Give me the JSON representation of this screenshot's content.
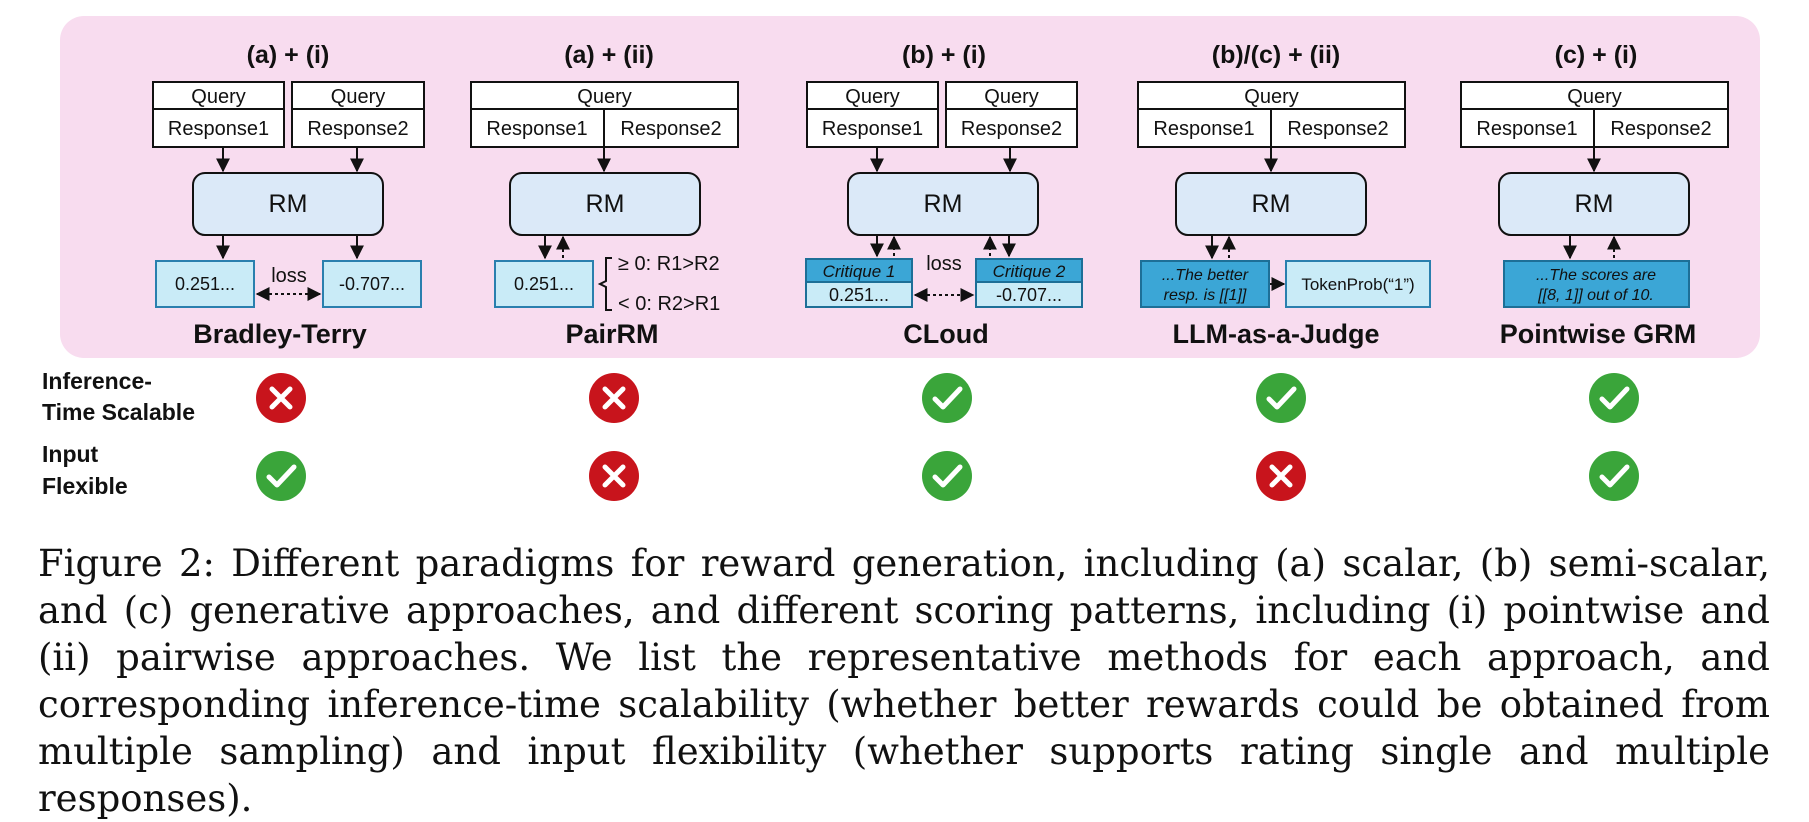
{
  "panels": [
    {
      "header": "(a) + (i)",
      "name": "Bradley-Terry",
      "layout": "split",
      "query": "Query",
      "response1": "Response1",
      "response2": "Response2",
      "rm": "RM",
      "out1": "0.251...",
      "out2": "-0.707...",
      "loss": "loss"
    },
    {
      "header": "(a) + (ii)",
      "name": "PairRM",
      "layout": "joined",
      "query": "Query",
      "response1": "Response1",
      "response2": "Response2",
      "rm": "RM",
      "out1": "0.251...",
      "cond1": "≥ 0: R1>R2",
      "cond2": "< 0: R2>R1"
    },
    {
      "header": "(b) + (i)",
      "name": "CLoud",
      "layout": "split",
      "query": "Query",
      "response1": "Response1",
      "response2": "Response2",
      "rm": "RM",
      "critique1": "Critique 1",
      "critique2": "Critique 2",
      "out1": "0.251...",
      "out2": "-0.707...",
      "loss": "loss"
    },
    {
      "header": "(b)/(c) + (ii)",
      "name": "LLM-as-a-Judge",
      "layout": "joined",
      "query": "Query",
      "response1": "Response1",
      "response2": "Response2",
      "rm": "RM",
      "judge_line1": "...The better",
      "judge_line2": "resp. is [[1]]",
      "token_prob": "TokenProb(“1”)"
    },
    {
      "header": "(c) + (i)",
      "name": "Pointwise GRM",
      "layout": "joined",
      "query": "Query",
      "response1": "Response1",
      "response2": "Response2",
      "rm": "RM",
      "scores_line1": "...The scores are",
      "scores_line2": "[[8, 1]] out of 10."
    }
  ],
  "rows": [
    {
      "label_line1": "Inference-",
      "label_line2": "Time Scalable",
      "values": [
        false,
        false,
        true,
        true,
        true
      ]
    },
    {
      "label_line1": "Input",
      "label_line2": "Flexible",
      "values": [
        true,
        false,
        true,
        false,
        true
      ]
    }
  ],
  "caption": "Figure 2: Different paradigms for reward generation, including (a) scalar, (b) semi-scalar, and (c) generative approaches, and different scoring patterns, including (i) pointwise and (ii) pairwise approaches. We list the representative methods for each approach, and corresponding inference-time scalability (whether better rewards could be obtained from multiple sampling) and input flexibility (whether supports rating single and multiple responses).",
  "colors": {
    "panel_bg": "#f8dcef",
    "rm_fill": "#dbe9f8",
    "output_fill": "#c9ebf7",
    "dark_fill": "#3ba6d6",
    "check": "#3aa53a",
    "cross": "#c8141c"
  }
}
